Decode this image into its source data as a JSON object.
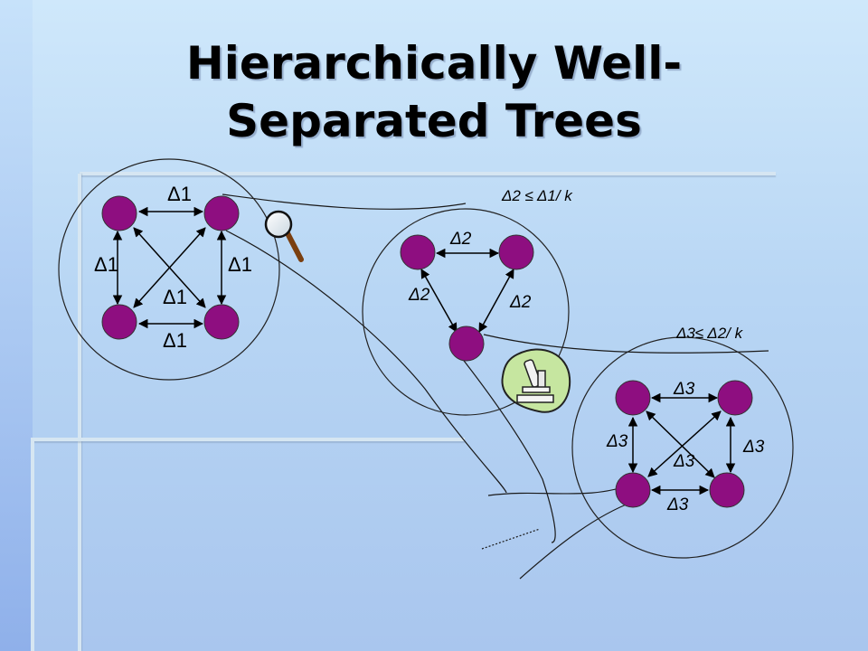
{
  "title": {
    "line1": "Hierarchically Well-",
    "line2": "Separated Trees"
  },
  "clusters": [
    {
      "level": "1",
      "edge_labels": [
        "Δ1",
        "Δ1",
        "Δ1",
        "Δ1",
        "Δ1"
      ]
    },
    {
      "level": "2",
      "relation": "Δ2 ≤ Δ1/ k",
      "edge_labels": [
        "Δ2",
        "Δ2",
        "Δ2"
      ]
    },
    {
      "level": "3",
      "relation": "Δ3≤ Δ2/ k",
      "edge_labels": [
        "Δ3",
        "Δ3",
        "Δ3",
        "Δ3",
        "Δ3"
      ]
    }
  ],
  "icons": [
    "magnifying-glass-icon",
    "microscope-icon"
  ],
  "colors": {
    "node": "#8e0e80",
    "background": "#b8d6f4"
  }
}
